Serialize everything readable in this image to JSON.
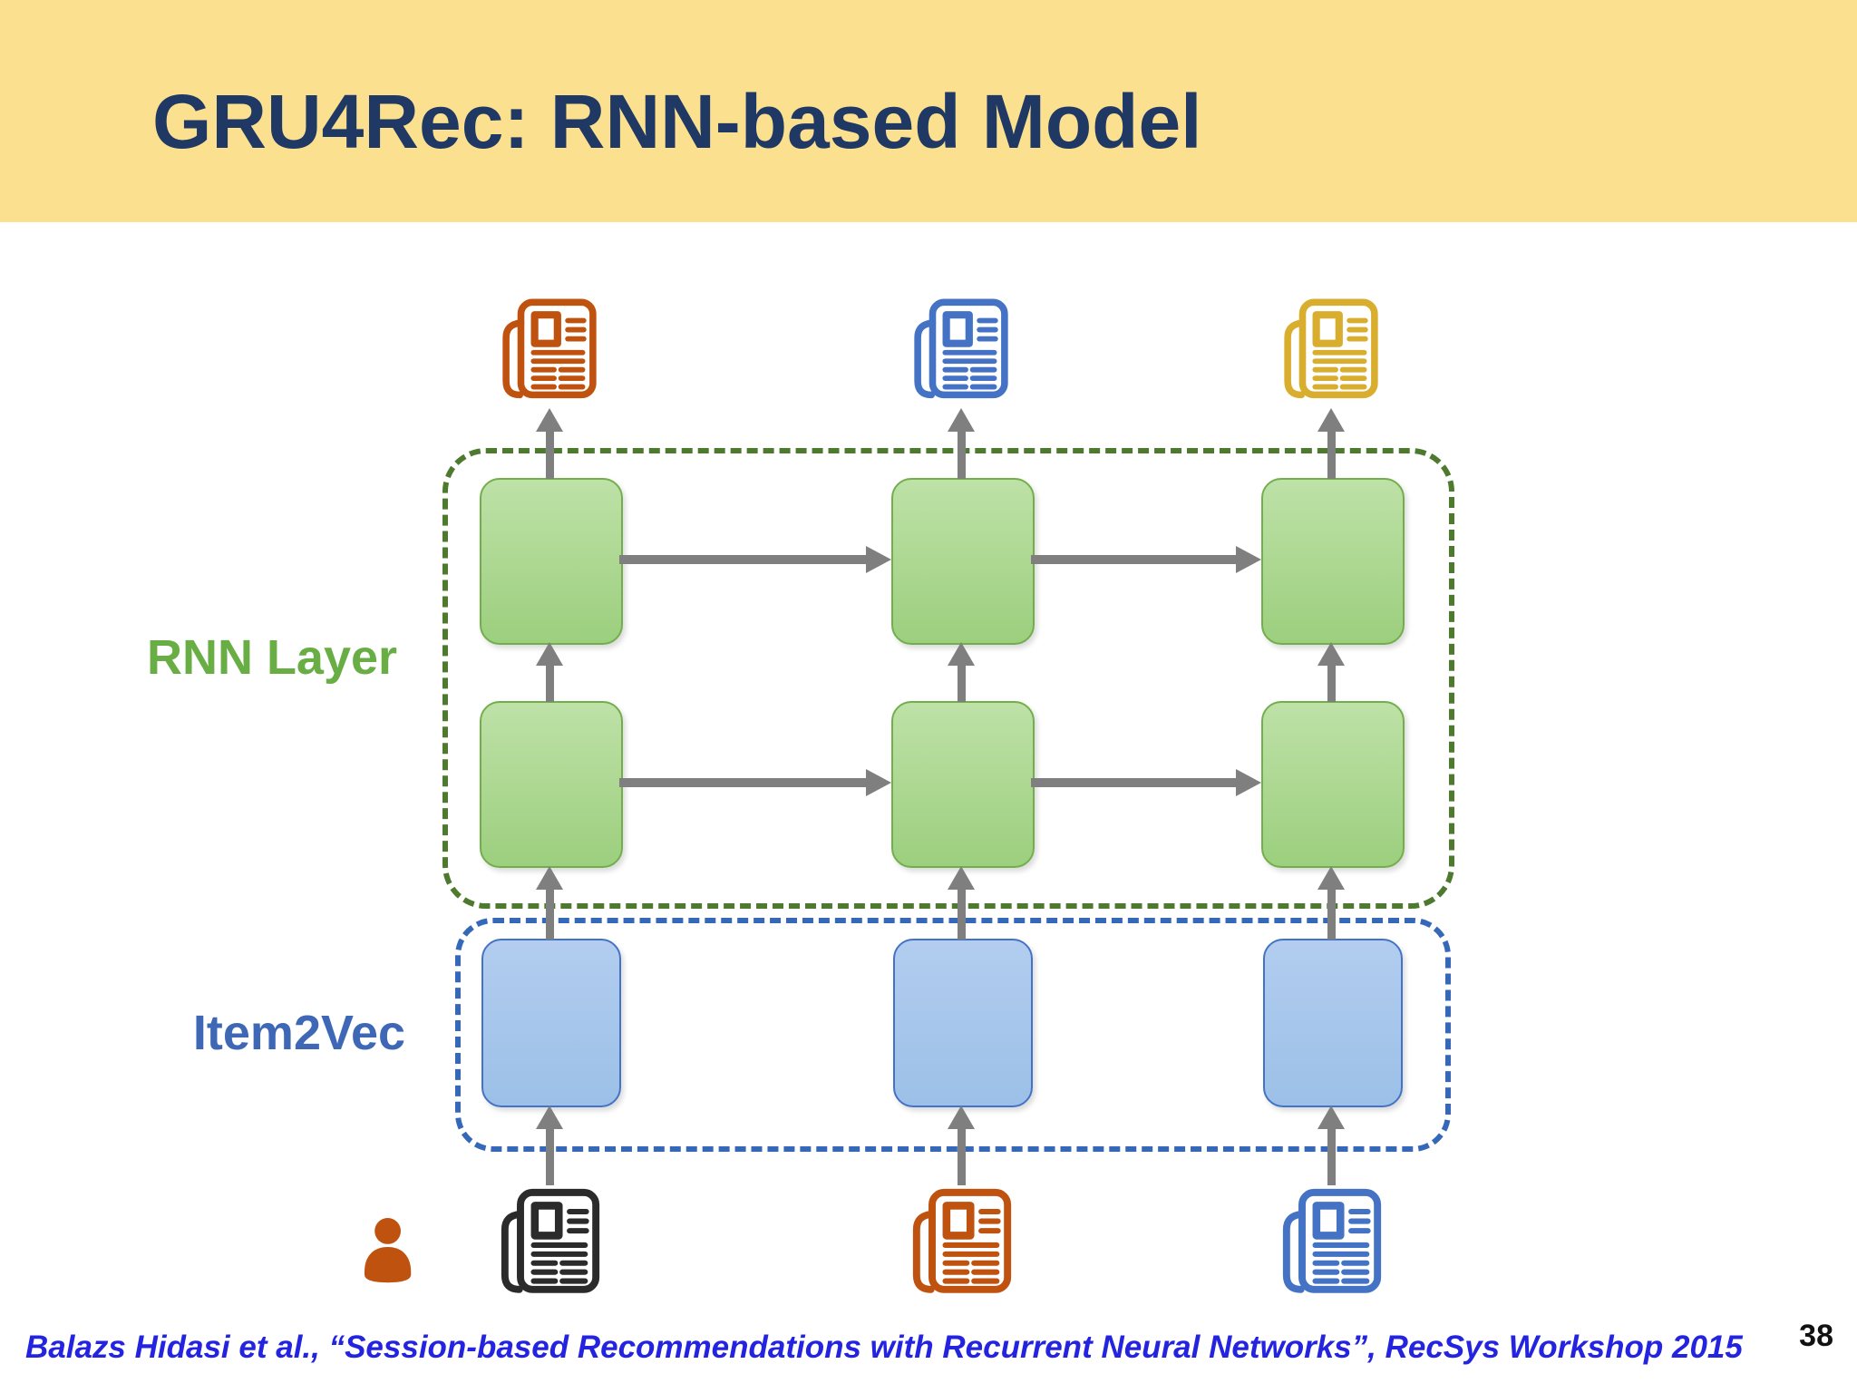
{
  "slide": {
    "title": "GRU4Rec: RNN-based Model",
    "citation": "Balazs Hidasi et al., “Session-based Recommendations with Recurrent Neural Networks”, RecSys Workshop 2015",
    "page_number": "38"
  },
  "diagram": {
    "labels": {
      "rnn_layer": "RNN Layer",
      "item2vec": "Item2Vec"
    },
    "structure": {
      "timestep_columns": 3,
      "rnn_rows": 2,
      "embedding_rows": 1
    },
    "top_output_icons": [
      "newspaper-orange",
      "newspaper-blue",
      "newspaper-gold"
    ],
    "bottom_input_icons": [
      "user-orange",
      "newspaper-black",
      "newspaper-orange",
      "newspaper-blue"
    ]
  },
  "colors": {
    "header_band": "#FBE18F",
    "title_text": "#1F3864",
    "rnn_label": "#69AE45",
    "item2vec_label": "#3E68B5",
    "green_frame_dash": "#4D7A2E",
    "blue_frame_dash": "#3568B8",
    "green_cell_border": "#72AE4C",
    "green_cell_fill_top": "#BEE1A7",
    "green_cell_fill_bottom": "#9CCF7E",
    "blue_cell_border": "#4472C4",
    "blue_cell_fill_top": "#B2CDEF",
    "blue_cell_fill_bottom": "#9CC0E8",
    "arrow": "#7F7F7F",
    "newspaper_orange": "#C0520F",
    "newspaper_blue": "#4472C4",
    "newspaper_gold": "#D9AE2E",
    "newspaper_black": "#2B2B2B",
    "person_orange": "#C0520F",
    "citation_text": "#2424E0",
    "page_number_text": "#111111"
  }
}
